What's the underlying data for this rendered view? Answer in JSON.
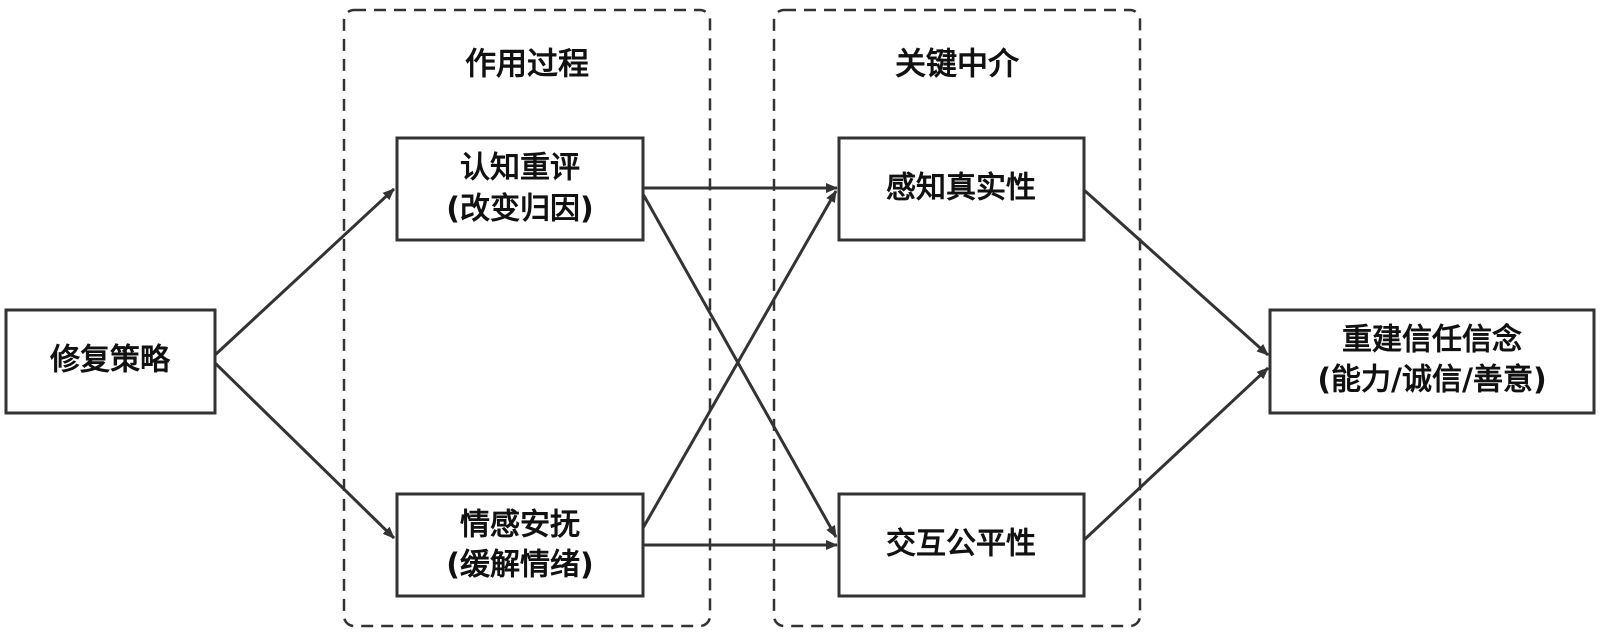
{
  "diagram": {
    "groups": {
      "process": {
        "title": "作用过程"
      },
      "mediator": {
        "title": "关键中介"
      }
    },
    "nodes": {
      "strategy": {
        "lines": [
          "修复策略"
        ]
      },
      "cognitive": {
        "lines": [
          "认知重评",
          "(改变归因)"
        ]
      },
      "emotional": {
        "lines": [
          "情感安抚",
          "(缓解情绪)"
        ]
      },
      "authenticity": {
        "lines": [
          "感知真实性"
        ]
      },
      "fairness": {
        "lines": [
          "交互公平性"
        ]
      },
      "trust": {
        "lines": [
          "重建信任信念",
          "(能力/诚信/善意)"
        ]
      }
    },
    "edges": [
      [
        "strategy",
        "cognitive"
      ],
      [
        "strategy",
        "emotional"
      ],
      [
        "cognitive",
        "authenticity"
      ],
      [
        "cognitive",
        "fairness"
      ],
      [
        "emotional",
        "authenticity"
      ],
      [
        "emotional",
        "fairness"
      ],
      [
        "authenticity",
        "trust"
      ],
      [
        "fairness",
        "trust"
      ]
    ]
  }
}
